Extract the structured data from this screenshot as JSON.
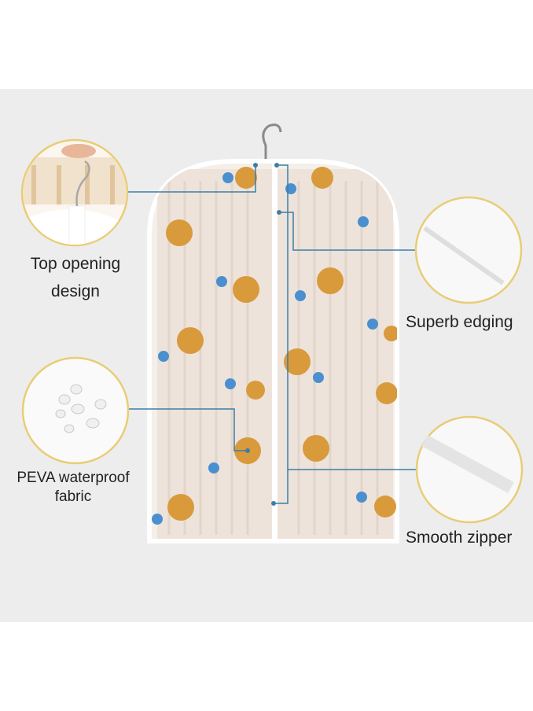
{
  "features": [
    {
      "label_line1": "Top opening",
      "label_line2": "design"
    },
    {
      "label_line1": "Superb edging"
    },
    {
      "label_line1": "PEVA waterproof",
      "label_line2": "fabric"
    },
    {
      "label_line1": "Smooth zipper"
    }
  ],
  "colors": {
    "background": "#ededed",
    "circle_border": "#e9cd75",
    "callout_line": "#3b7ea6",
    "lion": "#d99a3c",
    "leaf": "#4a8fd0"
  }
}
